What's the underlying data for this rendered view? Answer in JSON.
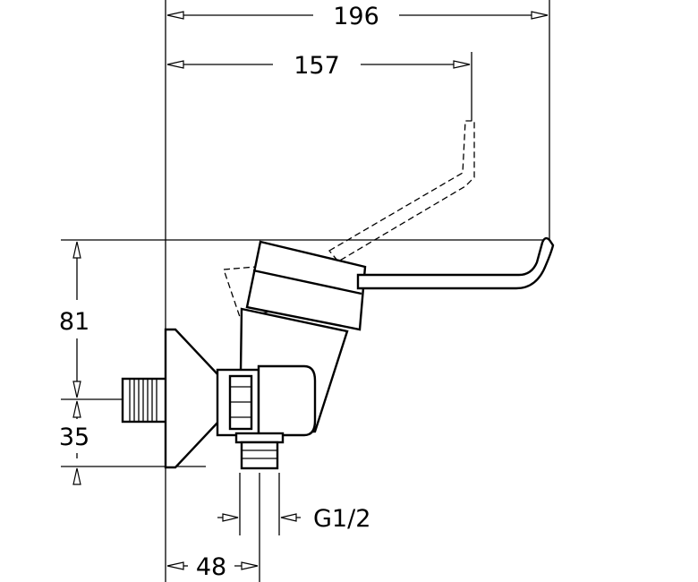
{
  "dimensions": {
    "overall_width": "196",
    "lever_reach": "157",
    "height_above_outlet": "81",
    "outlet_height": "35",
    "outlet_offset": "48",
    "thread": "G1/2"
  },
  "colors": {
    "line": "#000000",
    "background": "#ffffff"
  }
}
